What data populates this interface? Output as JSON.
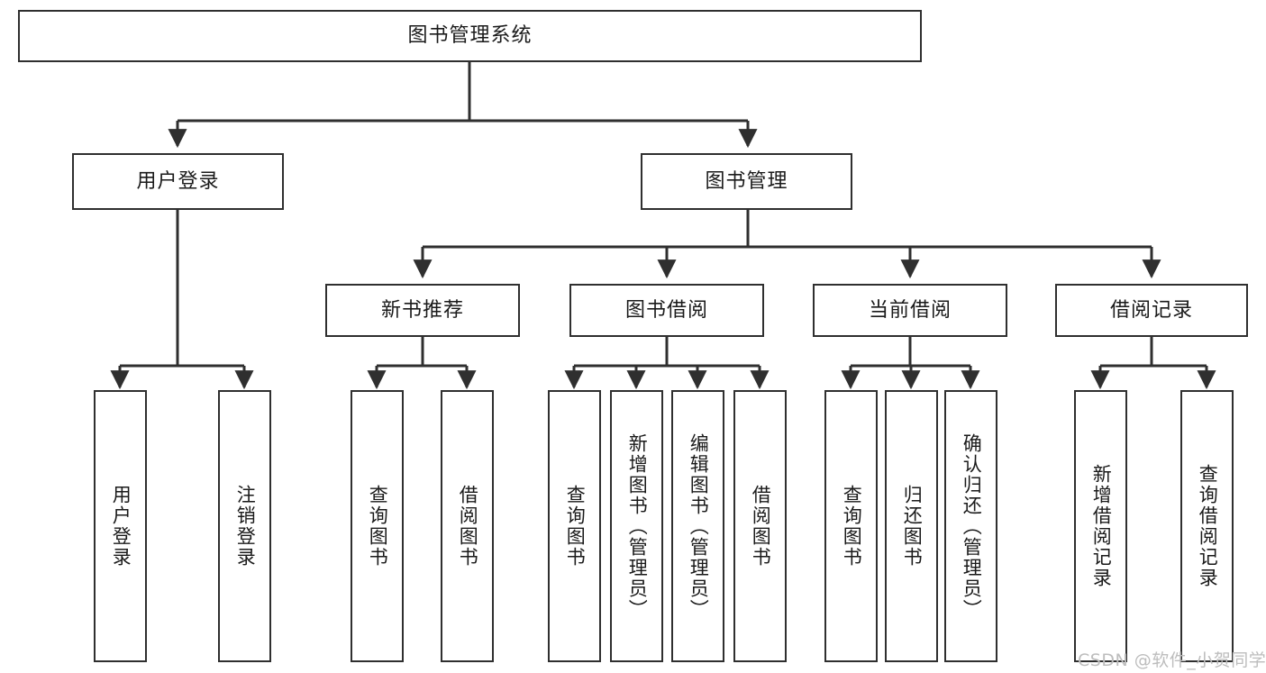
{
  "diagram": {
    "title": "图书管理系统",
    "root": {
      "label": "图书管理系统"
    },
    "level2": [
      {
        "label": "用户登录"
      },
      {
        "label": "图书管理"
      }
    ],
    "level3": [
      {
        "label": "新书推荐"
      },
      {
        "label": "图书借阅"
      },
      {
        "label": "当前借阅"
      },
      {
        "label": "借阅记录"
      }
    ],
    "leaves": {
      "user_login": [
        {
          "label": "用户登录"
        },
        {
          "label": "注销登录"
        }
      ],
      "new_book_recommend": [
        {
          "label": "查询图书"
        },
        {
          "label": "借阅图书"
        }
      ],
      "book_borrow": [
        {
          "label": "查询图书"
        },
        {
          "label": "新增图书（管理员）"
        },
        {
          "label": "编辑图书（管理员）"
        },
        {
          "label": "借阅图书"
        }
      ],
      "current_borrow": [
        {
          "label": "查询图书"
        },
        {
          "label": "归还图书"
        },
        {
          "label": "确认归还（管理员）"
        }
      ],
      "borrow_records": [
        {
          "label": "新增借阅记录"
        },
        {
          "label": "查询借阅记录"
        }
      ]
    }
  },
  "watermark": {
    "text": "CSDN @软件_小贺同学"
  },
  "colors": {
    "stroke": "#2f2f2f",
    "background": "#ffffff",
    "text": "#1a1a1a",
    "watermark": "#bdbdbd"
  }
}
